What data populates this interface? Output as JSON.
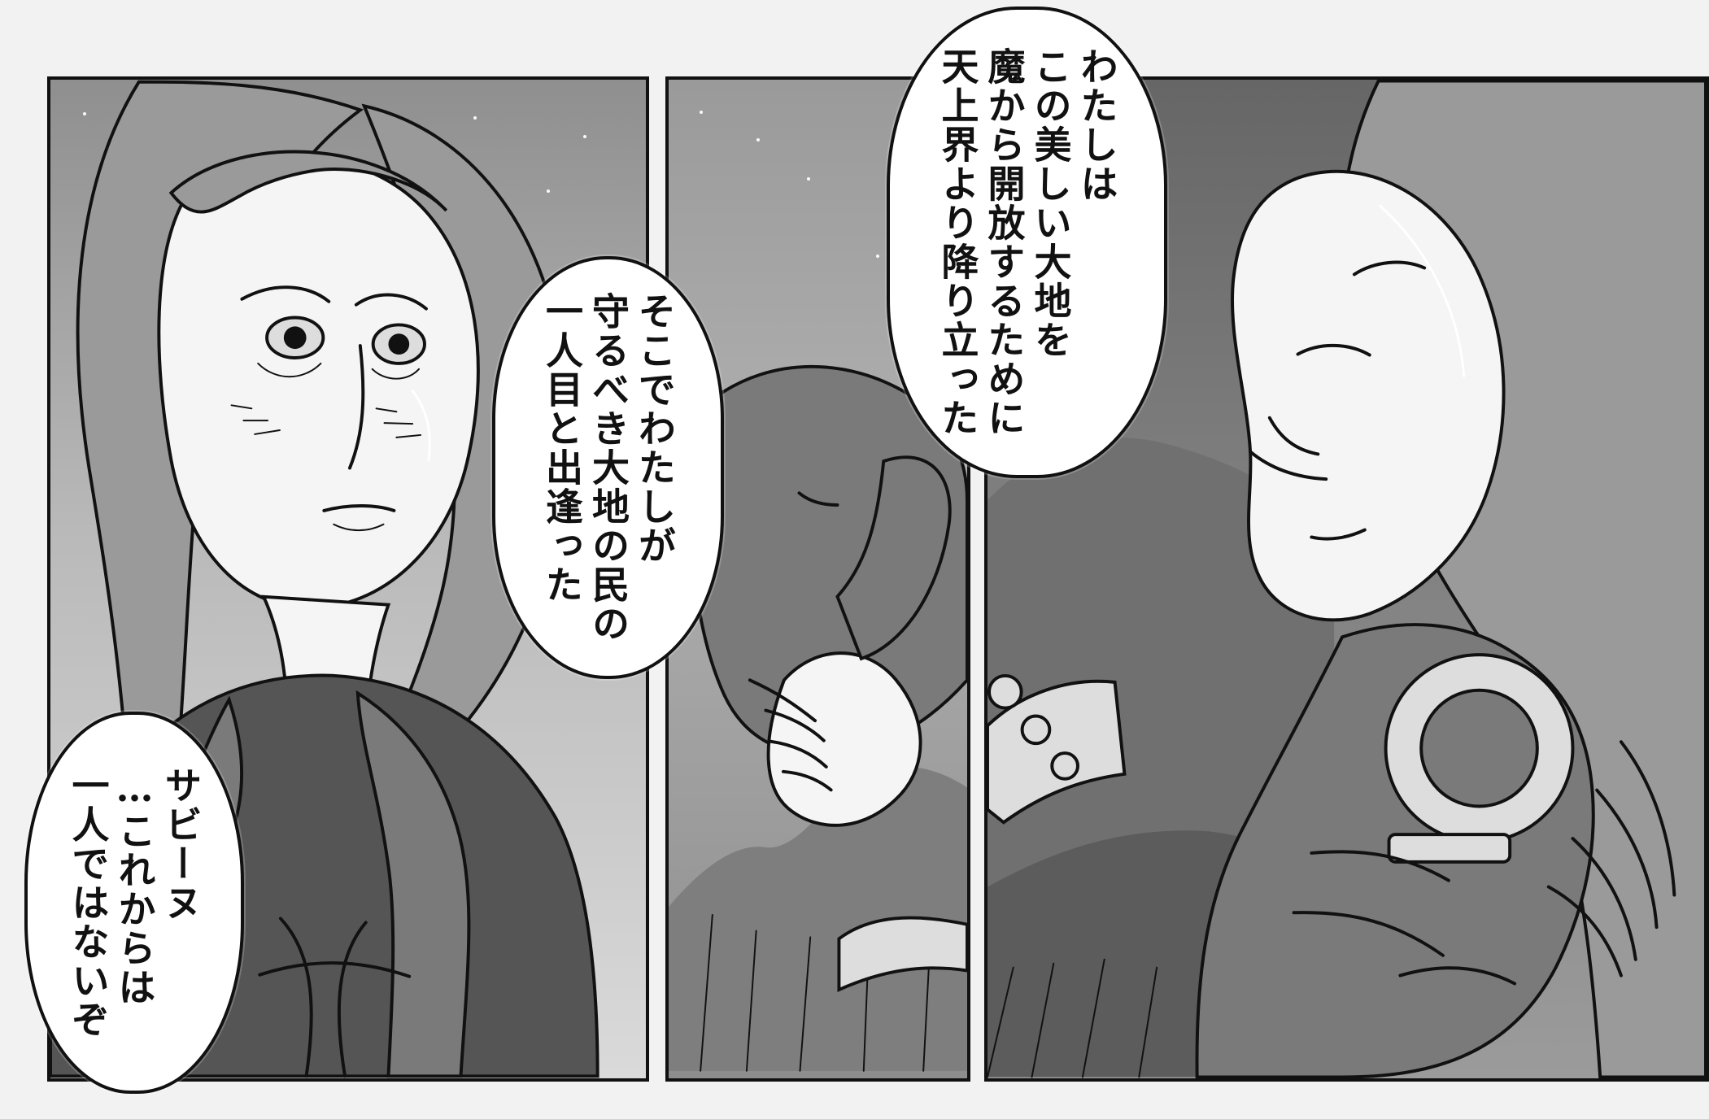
{
  "dialogue": {
    "top_bubble": "わたしは\nこの美しい大地を\n魔から開放するために\n天上界より降り立った",
    "middle_bubble": "そこでわたしが\n守るべき大地の民の\n一人目と出逢った",
    "bottom_bubble": "サビーヌ\n…これからは\n一人ではないぞ"
  }
}
